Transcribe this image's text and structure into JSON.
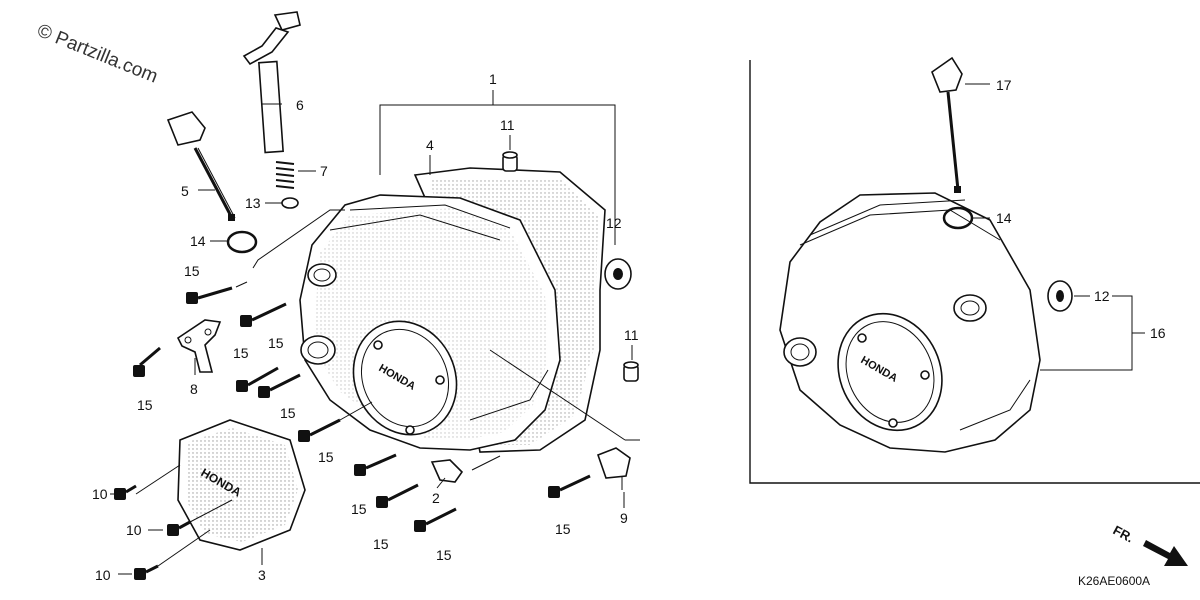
{
  "watermark": "© Partzilla.com",
  "diagram_code": "K26AE0600A",
  "direction_label": "FR.",
  "callouts": {
    "c1": "1",
    "c2": "2",
    "c3": "3",
    "c4": "4",
    "c5": "5",
    "c6": "6",
    "c7": "7",
    "c8": "8",
    "c9": "9",
    "c10a": "10",
    "c10b": "10",
    "c10c": "10",
    "c11a": "11",
    "c11b": "11",
    "c12a": "12",
    "c12b": "12",
    "c13": "13",
    "c14a": "14",
    "c14b": "14",
    "c15a": "15",
    "c15b": "15",
    "c15c": "15",
    "c15d": "15",
    "c15e": "15",
    "c15f": "15",
    "c15g": "15",
    "c15h": "15",
    "c15i": "15",
    "c15j": "15",
    "c16": "16",
    "c17": "17"
  },
  "cover_brand": "HONDA"
}
